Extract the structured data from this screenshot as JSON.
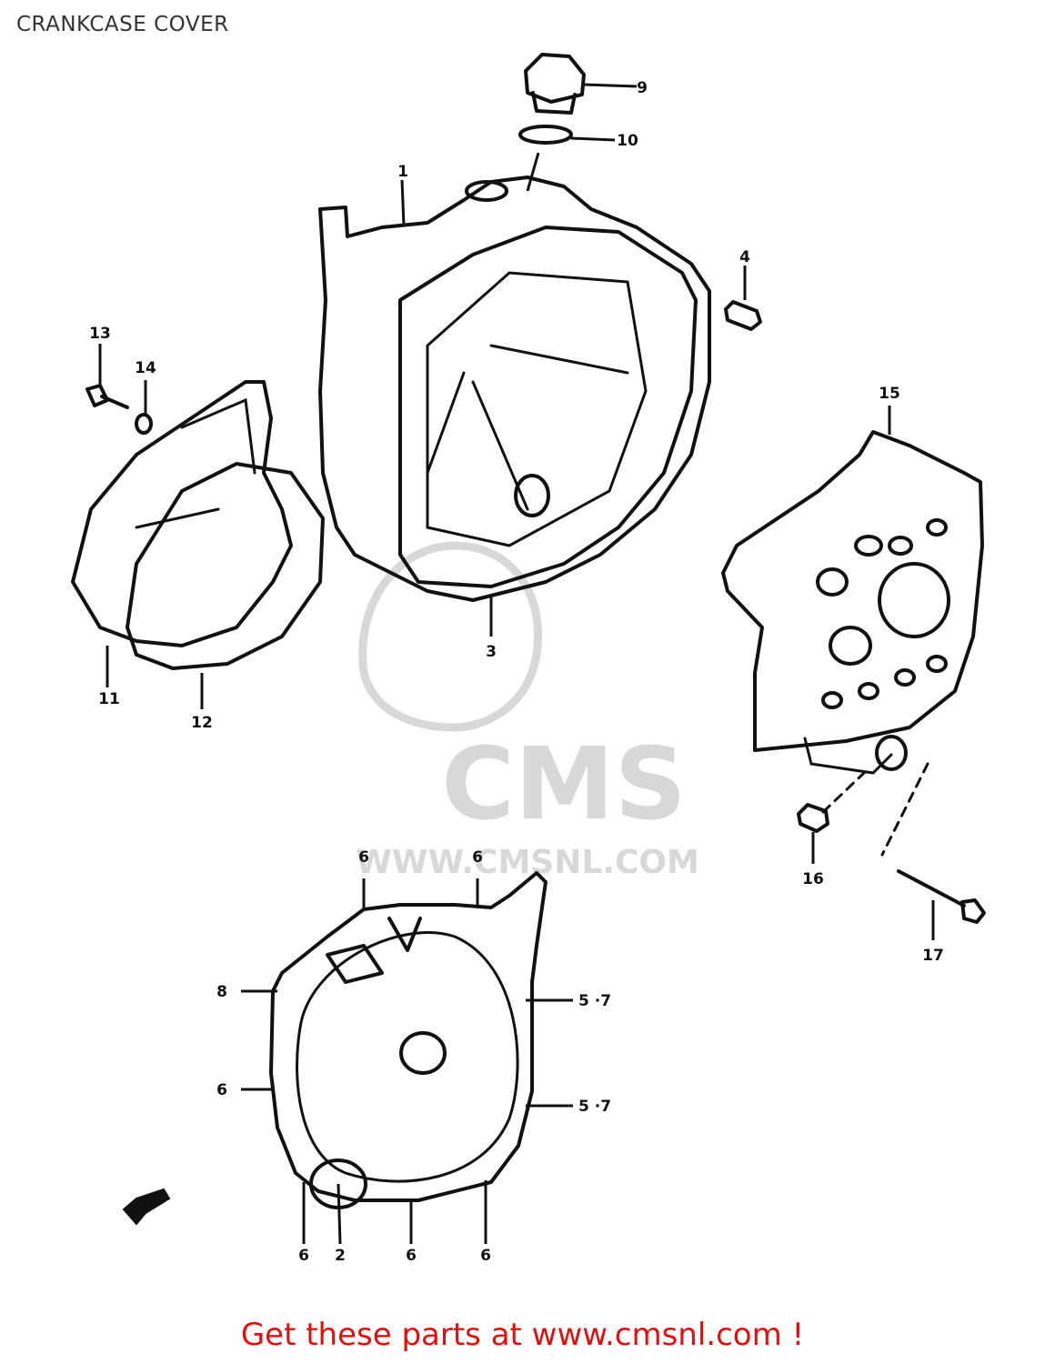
{
  "title": "CRANKCASE COVER",
  "footer": "Get these parts at www.cmsnl.com !",
  "watermark": {
    "logo": "CMS",
    "url": "WWW.CMSNL.COM"
  },
  "colors": {
    "footer": "#e1100f",
    "lines": "#111111",
    "watermark": "#d8d8d8",
    "title": "#333333"
  },
  "callouts": {
    "c1": "1",
    "c2": "2",
    "c3": "3",
    "c4": "4",
    "c5a": "5 ·7",
    "c5b": "5 ·7",
    "c6a": "6",
    "c6b": "6",
    "c6c": "6",
    "c6d": "6",
    "c6e": "6",
    "c6f": "6",
    "c8": "8",
    "c9": "9",
    "c10": "10",
    "c11": "11",
    "c12": "12",
    "c13": "13",
    "c14": "14",
    "c15": "15",
    "c16": "16",
    "c17": "17"
  }
}
